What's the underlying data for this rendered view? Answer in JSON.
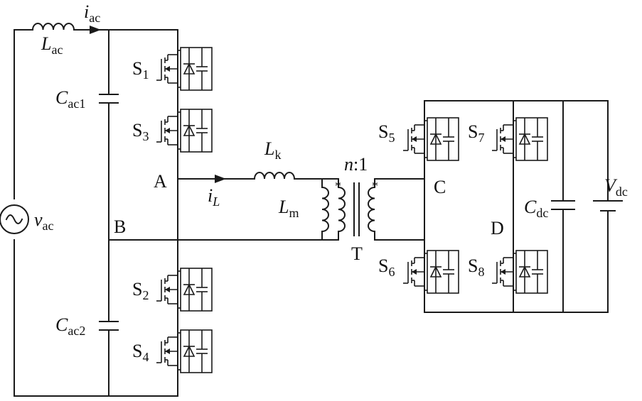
{
  "labels": {
    "L_ac": {
      "main": "L",
      "sub": "ac"
    },
    "i_ac": {
      "main": "i",
      "sub": "ac"
    },
    "C_ac1": {
      "main": "C",
      "sub": "ac1"
    },
    "C_ac2": {
      "main": "C",
      "sub": "ac2"
    },
    "v_ac": {
      "main": "v",
      "sub": "ac"
    },
    "B": "B",
    "A": "A",
    "S1": {
      "main": "S",
      "sub": "1"
    },
    "S2": {
      "main": "S",
      "sub": "2"
    },
    "S3": {
      "main": "S",
      "sub": "3"
    },
    "S4": {
      "main": "S",
      "sub": "4"
    },
    "S5": {
      "main": "S",
      "sub": "5"
    },
    "S6": {
      "main": "S",
      "sub": "6"
    },
    "S7": {
      "main": "S",
      "sub": "7"
    },
    "S8": {
      "main": "S",
      "sub": "8"
    },
    "L_k": {
      "main": "L",
      "sub": "k"
    },
    "i_L": {
      "main": "i",
      "sub": "L"
    },
    "L_m": {
      "main": "L",
      "sub": "m"
    },
    "ratio": {
      "n": "n",
      "rest": ":1"
    },
    "T": "T",
    "dot_primary": "*",
    "dot_secondary": "*",
    "C": "C",
    "D": "D",
    "C_dc": {
      "main": "C",
      "sub": "dc"
    },
    "V_dc": {
      "main": "V",
      "sub": "dc"
    }
  }
}
